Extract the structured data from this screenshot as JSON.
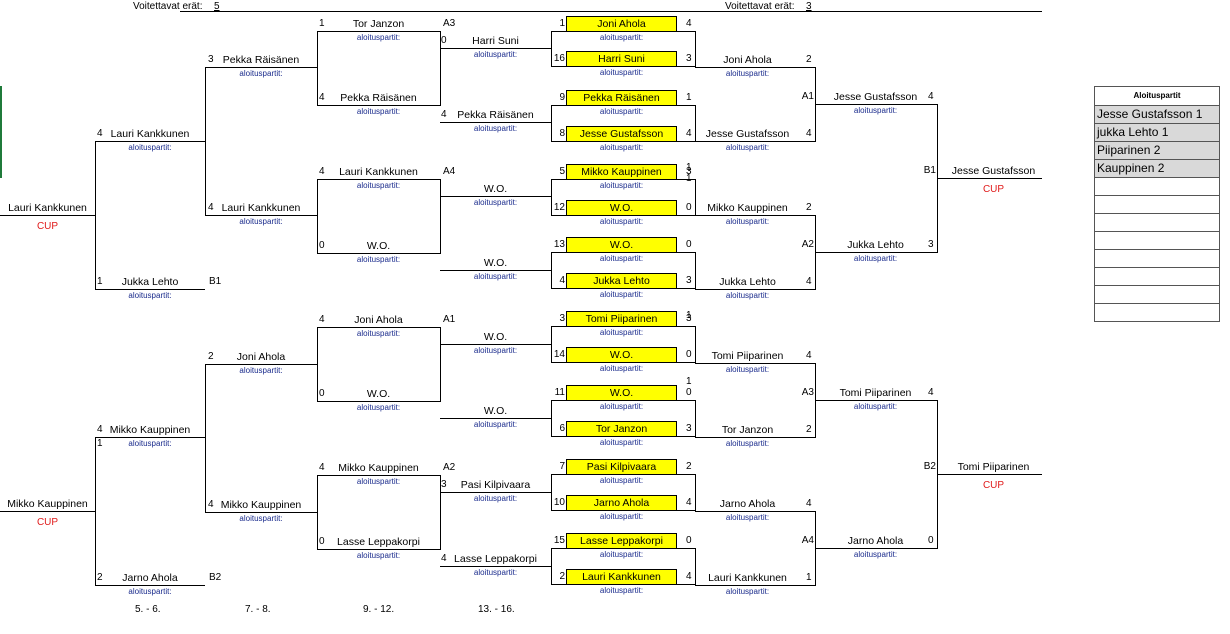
{
  "header": {
    "wins_label_left": "Voitettavat erät:",
    "wins_value_left": "5",
    "wins_label_right": "Voitettavat erät:",
    "wins_value_right": "3"
  },
  "sub_label": "aloituspartit:",
  "cup_label": "CUP",
  "rounds": [
    "5. - 6.",
    "7. - 8.",
    "9. - 12.",
    "13. - 16."
  ],
  "start_table": {
    "title": "Aloituspartit",
    "rows": [
      "Jesse Gustafsson 1",
      "jukka Lehto   1",
      "Piiparinen     2",
      "Kauppinen  2"
    ]
  },
  "center_matches": [
    {
      "top_seed": "1",
      "top_name": "Joni Ahola",
      "top_score": "4",
      "bot_seed": "16",
      "bot_name": "Harri Suni",
      "bot_score": "3"
    },
    {
      "top_seed": "9",
      "top_name": "Pekka Räisänen",
      "top_score": "1",
      "bot_seed": "8",
      "bot_name": "Jesse Gustafsson",
      "bot_score": "4"
    },
    {
      "top_seed": "5",
      "top_name": "Mikko Kauppinen",
      "top_score": "3",
      "bot_seed": "12",
      "bot_name": "W.O.",
      "bot_score": "0"
    },
    {
      "top_seed": "13",
      "top_name": "W.O.",
      "top_score": "0",
      "bot_seed": "4",
      "bot_name": "Jukka Lehto",
      "bot_score": "3"
    },
    {
      "top_seed": "3",
      "top_name": "Tomi Piiparinen",
      "top_score": "3",
      "bot_seed": "14",
      "bot_name": "W.O.",
      "bot_score": "0"
    },
    {
      "top_seed": "11",
      "top_name": "W.O.",
      "top_score": "0",
      "bot_seed": "6",
      "bot_name": "Tor Janzon",
      "bot_score": "3"
    },
    {
      "top_seed": "7",
      "top_name": "Pasi Kilpivaara",
      "top_score": "2",
      "bot_seed": "10",
      "bot_name": "Jarno Ahola",
      "bot_score": "4"
    },
    {
      "top_seed": "15",
      "top_name": "Lasse Leppakorpi",
      "top_score": "0",
      "bot_seed": "2",
      "bot_name": "Lauri Kankkunen",
      "bot_score": "4"
    }
  ],
  "center_extra_nums": [
    "1",
    "1",
    "1",
    "1"
  ],
  "left_r1": [
    {
      "score": "0",
      "name": "Harri Suni"
    },
    {
      "score": "4",
      "name": "Pekka Räisänen"
    },
    {
      "score": "",
      "name": "W.O."
    },
    {
      "score": "",
      "name": "W.O."
    },
    {
      "score": "",
      "name": "W.O."
    },
    {
      "score": "",
      "name": "W.O."
    },
    {
      "score": "3",
      "name": "Pasi Kilpivaara"
    },
    {
      "score": "4",
      "name": "Lasse Leppakorpi"
    }
  ],
  "left_r2": [
    {
      "score": "1",
      "name": "Tor Janzon",
      "code": "A3"
    },
    {
      "score": "4",
      "name": "Pekka Räisänen",
      "code": ""
    },
    {
      "score": "4",
      "name": "Lauri Kankkunen",
      "code": "A4"
    },
    {
      "score": "0",
      "name": "W.O.",
      "code": ""
    },
    {
      "score": "4",
      "name": "Joni Ahola",
      "code": "A1"
    },
    {
      "score": "0",
      "name": "W.O.",
      "code": ""
    },
    {
      "score": "4",
      "name": "Mikko Kauppinen",
      "code": "A2"
    },
    {
      "score": "0",
      "name": "Lasse Leppakorpi",
      "code": ""
    }
  ],
  "left_r3": [
    {
      "score": "3",
      "name": "Pekka Räisänen"
    },
    {
      "score": "4",
      "name": "Lauri Kankkunen"
    },
    {
      "score": "2",
      "name": "Joni Ahola"
    },
    {
      "score": "4",
      "name": "Mikko Kauppinen"
    }
  ],
  "left_r4": [
    {
      "score": "4",
      "name": "Lauri Kankkunen",
      "code": ""
    },
    {
      "score": "1",
      "name": "Jukka Lehto",
      "code": "B1"
    },
    {
      "score": "4",
      "name": "Mikko Kauppinen",
      "code": "",
      "extra": "1"
    },
    {
      "score": "2",
      "name": "Jarno Ahola",
      "code": "B2"
    }
  ],
  "left_final": [
    "Lauri Kankkunen",
    "Mikko Kauppinen"
  ],
  "right_r1": [
    {
      "name": "Joni Ahola",
      "score": "2"
    },
    {
      "name": "Jesse Gustafsson",
      "score": "4"
    },
    {
      "name": "Mikko Kauppinen",
      "score": "2"
    },
    {
      "name": "Jukka Lehto",
      "score": "4"
    },
    {
      "name": "Tomi Piiparinen",
      "score": "4"
    },
    {
      "name": "Tor Janzon",
      "score": "2"
    },
    {
      "name": "Jarno Ahola",
      "score": "4"
    },
    {
      "name": "Lauri Kankkunen",
      "score": "1"
    }
  ],
  "right_r2": [
    {
      "code": "A1",
      "name": "Jesse Gustafsson",
      "score": "4"
    },
    {
      "code": "A2",
      "name": "Jukka Lehto",
      "score": "3"
    },
    {
      "code": "A3",
      "name": "Tomi Piiparinen",
      "score": "4"
    },
    {
      "code": "A4",
      "name": "Jarno Ahola",
      "score": "0"
    }
  ],
  "right_final": [
    {
      "code": "B1",
      "name": "Jesse Gustafsson"
    },
    {
      "code": "B2",
      "name": "Tomi Piiparinen"
    }
  ]
}
